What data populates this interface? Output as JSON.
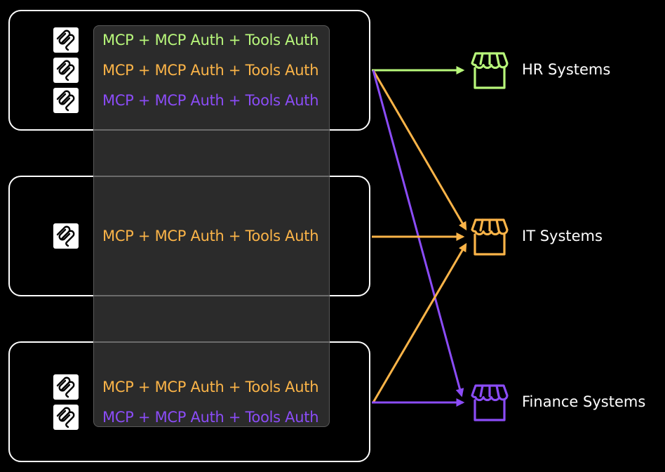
{
  "colors": {
    "green": "#b8f77a",
    "orange": "#fbb448",
    "purple": "#8b4cf7"
  },
  "icon": "mcp-logo-icon",
  "groups": [
    {
      "rows": [
        {
          "label": "MCP + MCP Auth + Tools Auth",
          "color": "green"
        },
        {
          "label": "MCP + MCP Auth + Tools Auth",
          "color": "orange"
        },
        {
          "label": "MCP + MCP Auth + Tools Auth",
          "color": "purple"
        }
      ]
    },
    {
      "rows": [
        {
          "label": "MCP + MCP Auth + Tools Auth",
          "color": "orange"
        }
      ]
    },
    {
      "rows": [
        {
          "label": "MCP + MCP Auth + Tools Auth",
          "color": "orange"
        },
        {
          "label": "MCP + MCP Auth + Tools Auth",
          "color": "purple"
        }
      ]
    }
  ],
  "systems": [
    {
      "label": "HR Systems",
      "color": "green",
      "icon": "storefront-icon"
    },
    {
      "label": "IT Systems",
      "color": "orange",
      "icon": "storefront-icon"
    },
    {
      "label": "Finance Systems",
      "color": "purple",
      "icon": "storefront-icon"
    }
  ]
}
